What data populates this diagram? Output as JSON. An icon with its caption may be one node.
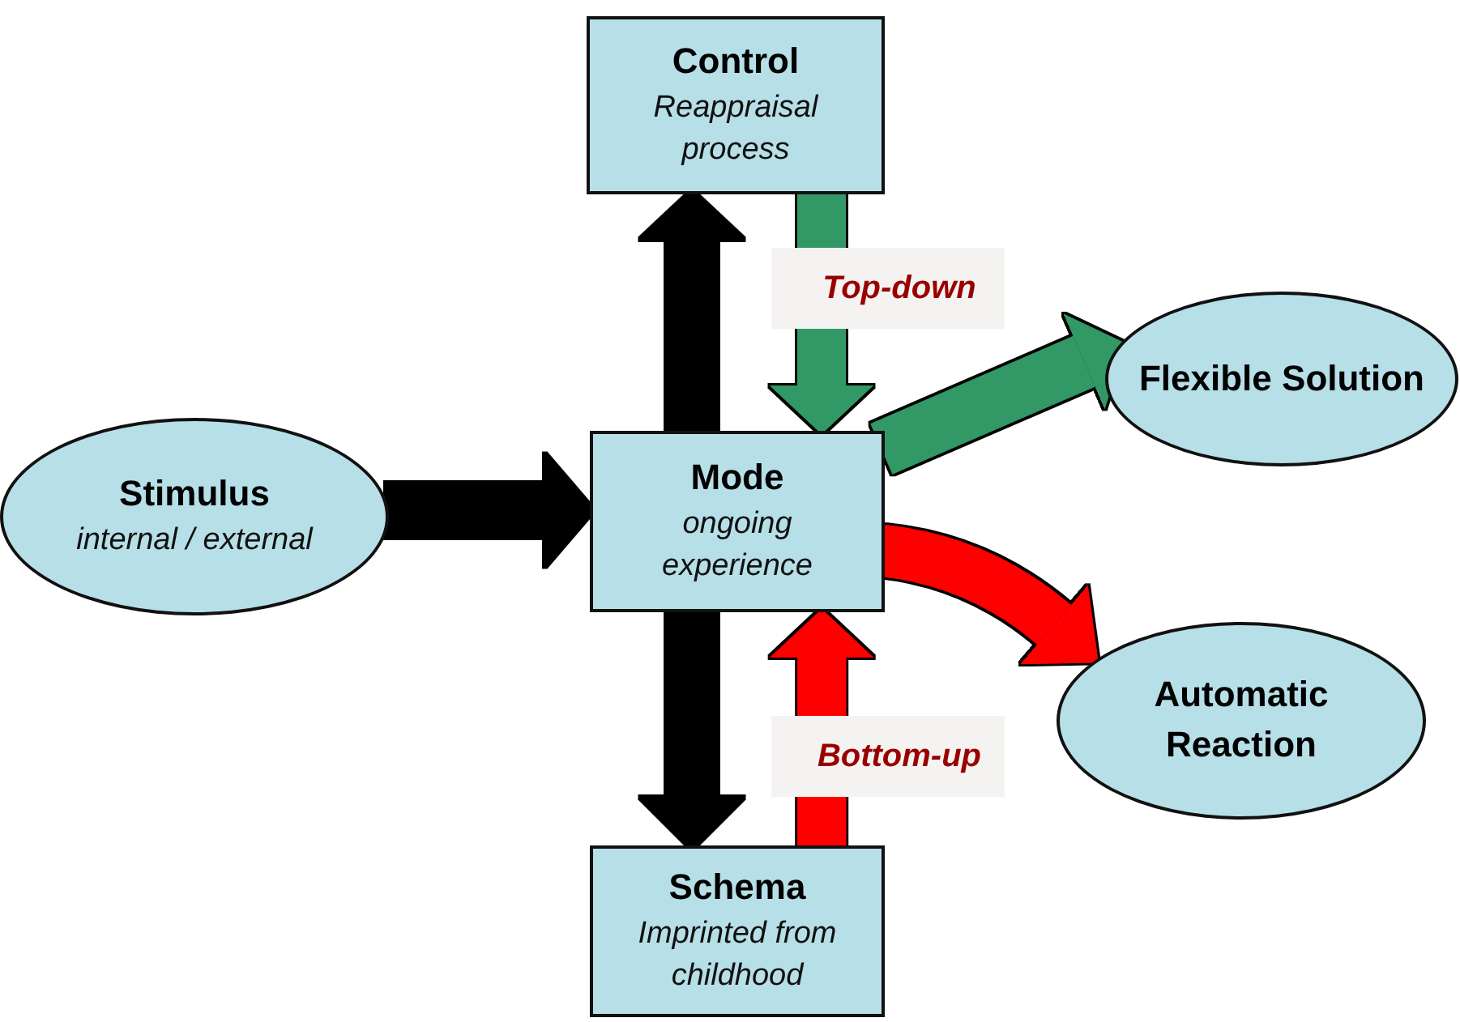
{
  "diagram": {
    "nodes": [
      {
        "text": [
          "Control",
          "Reappraisal process"
        ]
      },
      {
        "text": [
          "Flexible Solution"
        ]
      },
      {
        "text": [
          "Stimulus",
          "internal / external"
        ]
      },
      {
        "text": [
          "Mode",
          "ongoing experience"
        ]
      },
      {
        "text": [
          "Automatic Reaction"
        ]
      },
      {
        "text": [
          "Schema",
          "Imprinted from childhood"
        ]
      }
    ],
    "edges": [
      {
        "from": 2,
        "to": 3,
        "arrow": "to"
      },
      {
        "from": 3,
        "to": 0,
        "arrow": "to"
      },
      {
        "from": 0,
        "to": 3,
        "arrow": "to",
        "label": "Top-down",
        "color": "#339966"
      },
      {
        "from": 3,
        "to": 1,
        "arrow": "to",
        "color": "#339966"
      },
      {
        "from": 3,
        "to": 4,
        "arrow": "to",
        "color": "#ff0000"
      },
      {
        "from": 3,
        "to": 5,
        "arrow": "to"
      },
      {
        "from": 5,
        "to": 3,
        "arrow": "to",
        "label": "Bottom-up",
        "color": "#ff0000"
      }
    ]
  }
}
